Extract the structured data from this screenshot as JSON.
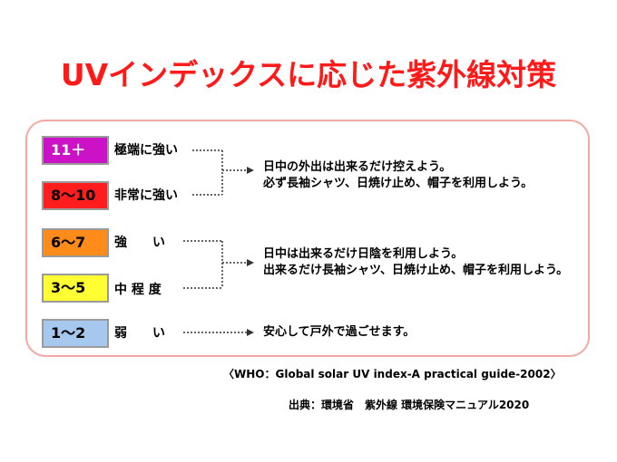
{
  "title": "UVインデックスに応じた紫外線対策",
  "categories": [
    {
      "range": "11＋",
      "label": "極端に強い",
      "color": "#cc12c6",
      "text_color": "#ffffff"
    },
    {
      "range": "8～10",
      "label": "非常に強い",
      "color": "#ff1d1d",
      "text_color": "#000000"
    },
    {
      "range": "6～7",
      "label": "強　　い",
      "color": "#ff8c1a",
      "text_color": "#000000"
    },
    {
      "range": "3～5",
      "label": "中 程 度",
      "color": "#ffff33",
      "text_color": "#000000"
    },
    {
      "range": "1～2",
      "label": "弱　　い",
      "color": "#a6c8ef",
      "text_color": "#000000"
    }
  ],
  "advice": [
    {
      "lines": [
        "日中の外出は出来るだけ控えよう。",
        "必ず長袖シャツ、日焼け止め、帽子を利用しよう。"
      ]
    },
    {
      "lines": [
        "日中は出来るだけ日陰を利用しよう。",
        "出来るだけ長袖シャツ、日焼け止め、帽子を利用しよう。"
      ]
    },
    {
      "lines": [
        "安心して戸外で過ごせます。"
      ]
    }
  ],
  "reference": "〈WHO：Global solar UV index-A practical guide-2002〉",
  "source": "出典：環境省　紫外線 環境保険マニュアル2020"
}
